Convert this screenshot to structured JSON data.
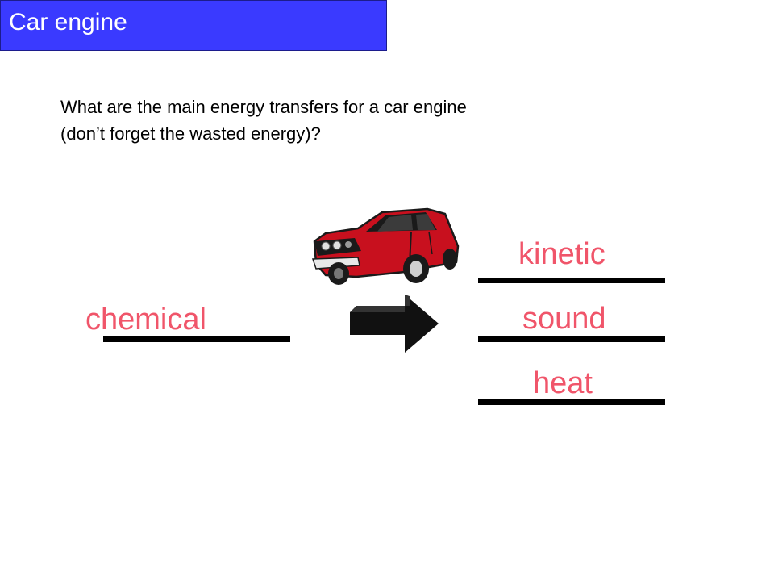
{
  "slide": {
    "title": "Car engine",
    "question_lines": [
      "What are the main energy transfers for a car engine",
      "(don’t forget the wasted energy)?"
    ]
  },
  "diagram": {
    "input": "chemical",
    "outputs": [
      "kinetic",
      "sound",
      "heat"
    ],
    "icons": {
      "vehicle": "car-icon",
      "transfer": "arrow-right-icon"
    },
    "colors": {
      "title_background": "#3a3aff",
      "answer_text": "#f0556a",
      "car_body": "#c8101e"
    }
  }
}
